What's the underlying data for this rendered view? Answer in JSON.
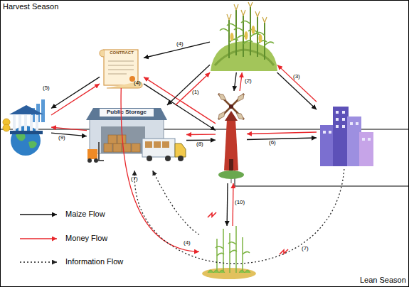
{
  "diagram": {
    "nodes": [
      {
        "text": []
      },
      {
        "text": [
          "CONTRACT"
        ]
      },
      {
        "text": []
      },
      {
        "text": [
          "Public Storage"
        ]
      },
      {
        "text": []
      },
      {
        "text": []
      },
      {
        "text": []
      }
    ],
    "edges": [
      {
        "from": 0,
        "to": 1,
        "arrow": "to",
        "label": "(4)"
      },
      {
        "from": 2,
        "to": 1,
        "arrow": "to",
        "label": "(5)"
      },
      {
        "from": 1,
        "to": 2,
        "arrow": "to"
      },
      {
        "from": 1,
        "to": 4,
        "arrow": "to"
      },
      {
        "from": 4,
        "to": 1,
        "arrow": "to",
        "label": "(4)"
      },
      {
        "from": 0,
        "to": 3,
        "arrow": "to"
      },
      {
        "from": 3,
        "to": 0,
        "arrow": "to",
        "label": "(1)"
      },
      {
        "from": 0,
        "to": 4,
        "arrow": "to",
        "label": "(2)"
      },
      {
        "from": 4,
        "to": 0,
        "arrow": "to"
      },
      {
        "from": 0,
        "to": 5,
        "arrow": "to",
        "label": "(3)"
      },
      {
        "from": 5,
        "to": 0,
        "arrow": "to"
      },
      {
        "from": 2,
        "to": 3,
        "arrow": "to"
      },
      {
        "from": 3,
        "to": 2,
        "arrow": "to",
        "label": "(9)"
      },
      {
        "from": 3,
        "to": 4,
        "arrow": "to"
      },
      {
        "from": 4,
        "to": 3,
        "arrow": "to",
        "label": "(8)"
      },
      {
        "from": 4,
        "to": 5,
        "arrow": "to"
      },
      {
        "from": 5,
        "to": 4,
        "arrow": "to",
        "label": "(6)"
      },
      {
        "from": 4,
        "to": 6,
        "arrow": "to",
        "label": "(10)"
      },
      {
        "from": 6,
        "to": 4,
        "arrow": "to"
      },
      {
        "from": 1,
        "to": 6,
        "arrow": "to",
        "label": "(4)"
      },
      {
        "from": 6,
        "to": 3,
        "arrow": "to",
        "label": "(7)"
      },
      {
        "from": 5,
        "to": 3,
        "arrow": "to",
        "label": "(7)"
      }
    ],
    "labels": [
      "Harvest Season",
      "Lean Season"
    ],
    "legend": [
      {
        "text": "Maize Flow"
      },
      {
        "text": "Money Flow"
      },
      {
        "text": "Information Flow"
      }
    ]
  }
}
